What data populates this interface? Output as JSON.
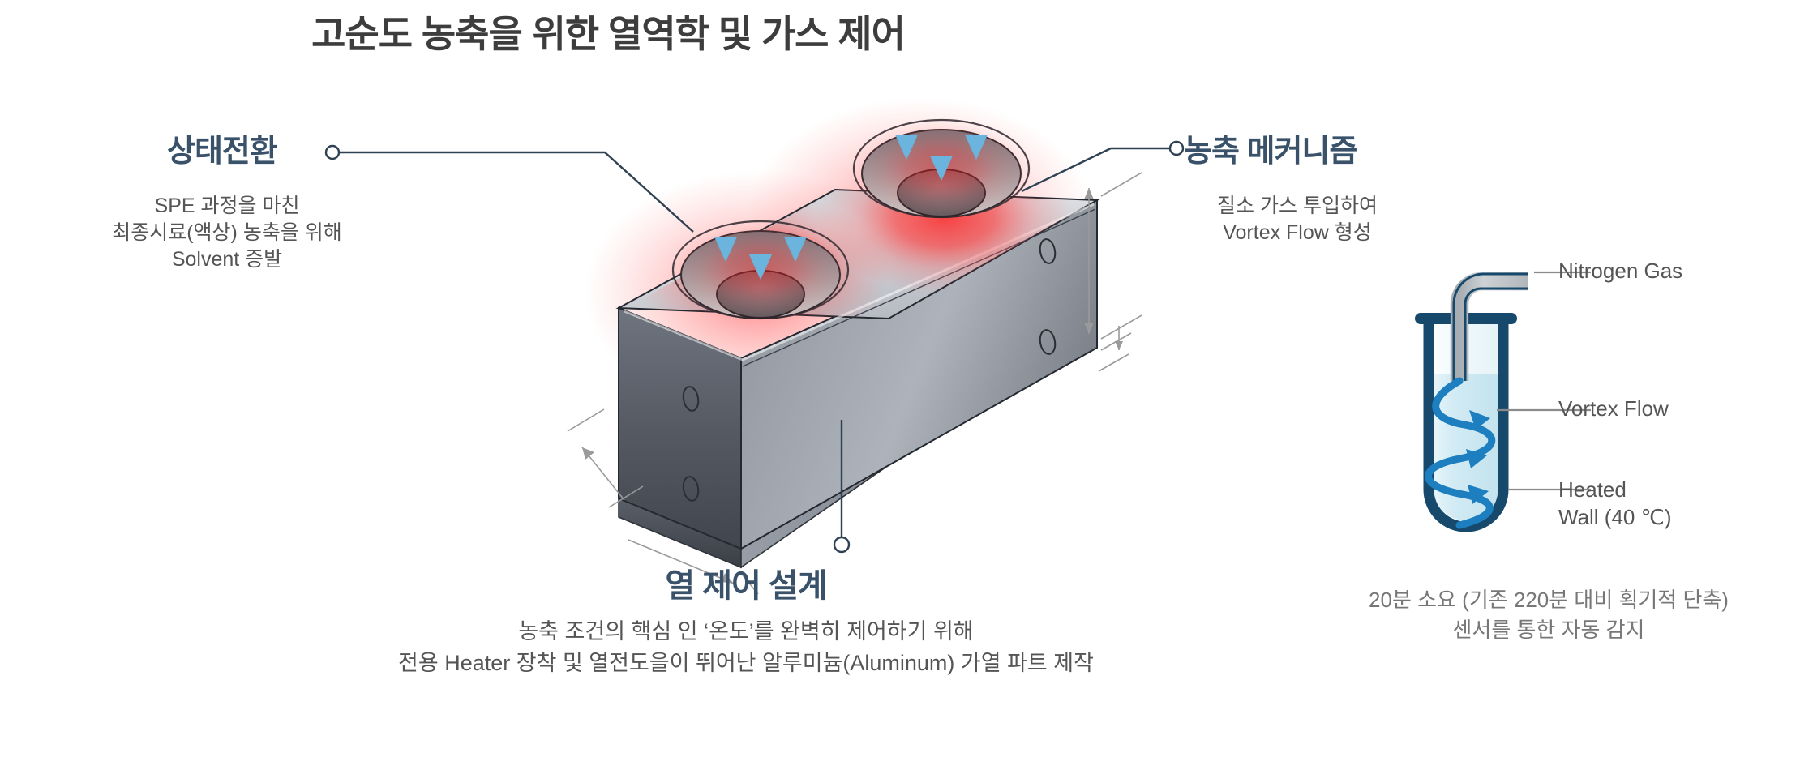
{
  "title": "고순도 농축을 위한 열역학 및 가스 제어",
  "callouts": {
    "left": {
      "heading": "상태전환",
      "lines": [
        "SPE 과정을 마친",
        "최종시료(액상) 농축을 위해",
        "Solvent 증발"
      ]
    },
    "right": {
      "heading": "농축 메커니즘",
      "lines": [
        "질소 가스 투입하여",
        "Vortex Flow 형성"
      ]
    },
    "bottom": {
      "heading": "열 제어 설계",
      "lines": [
        "농축 조건의 핵심 인 ‘온도’를 완벽히 제어하기 위해",
        "전용 Heater 장착 및 열전도을이 뛰어난 알루미늄(Aluminum) 가열 파트 제작"
      ]
    }
  },
  "tube_diagram": {
    "labels": {
      "nitrogen": "Nitrogen Gas",
      "vortex": "Vortex Flow",
      "heated_line1": "Heated",
      "heated_line2": "Wall (40 ℃)"
    },
    "caption": [
      "20분 소요 (기존 220분 대비 획기적 단축)",
      "센서를 통한 자동 감지"
    ]
  },
  "icons": {
    "gas_arrow": "down-arrow-icon",
    "vortex_spiral": "spiral-flow-icon",
    "heat_glow": "heat-glow-icon",
    "leader_dot": "leader-endpoint-circle-icon",
    "dimension_arrow": "dimension-arrow-icon"
  },
  "colors": {
    "title_text": "#3d3d3d",
    "heading": "#39526a",
    "body_text": "#555555",
    "caption_text": "#777777",
    "gas_arrow": "#6ab4dd",
    "heat_red": "#f42f2f",
    "tube_wall": "#17496c",
    "tube_liquid": "#d4ecf4",
    "vortex_blue": "#1d7fc0",
    "metal_light": "#d8dade",
    "metal_dark": "#4b5058",
    "dimension_line": "#9a9a9a",
    "leader_line": "#2e4254"
  }
}
